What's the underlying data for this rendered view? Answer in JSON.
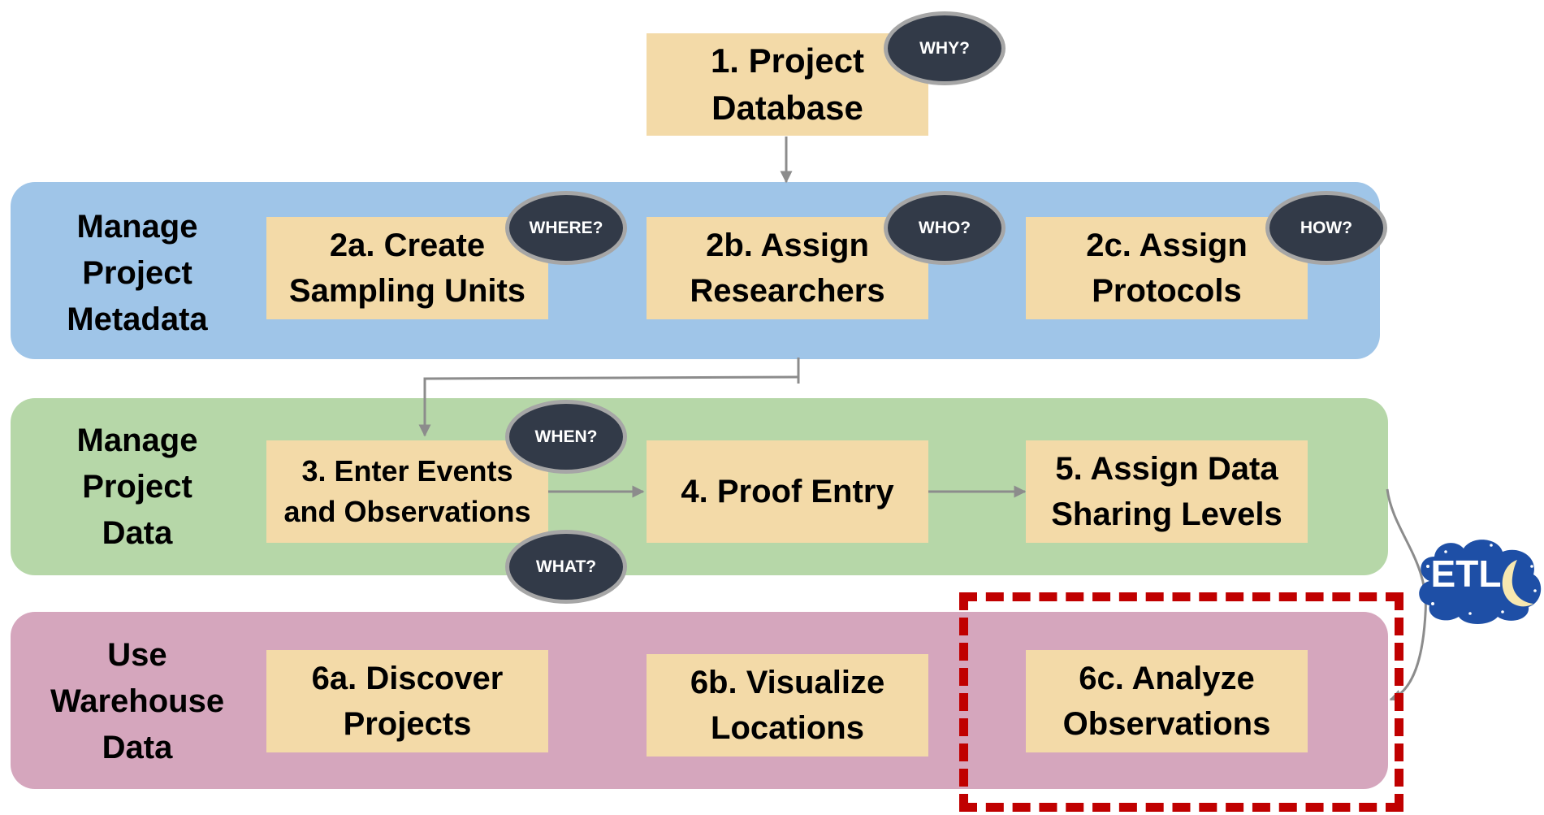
{
  "bands": {
    "metadata": {
      "title": "Manage Project Metadata",
      "color": "#9fc5e8"
    },
    "data": {
      "title": "Manage Project Data",
      "color": "#b6d7a8"
    },
    "warehouse": {
      "title": "Use Warehouse Data",
      "color": "#d5a6bd"
    }
  },
  "steps": {
    "s1": [
      "1. Project",
      "Database"
    ],
    "s2a": [
      "2a. Create",
      "Sampling Units"
    ],
    "s2b": [
      "2b. Assign",
      "Researchers"
    ],
    "s2c": [
      "2c. Assign",
      "Protocols"
    ],
    "s3": [
      "3. Enter Events",
      "and Observations"
    ],
    "s4": [
      "4. Proof Entry"
    ],
    "s5": [
      "5. Assign Data",
      "Sharing Levels"
    ],
    "s6a": [
      "6a. Discover",
      "Projects"
    ],
    "s6b": [
      "6b. Visualize",
      "Locations"
    ],
    "s6c": [
      "6c. Analyze",
      "Observations"
    ]
  },
  "bubbles": {
    "why": "WHY?",
    "where": "WHERE?",
    "who": "WHO?",
    "how": "HOW?",
    "when": "WHEN?",
    "what": "WHAT?"
  },
  "etl": {
    "label": "ETL",
    "icon": "night-cloud-moon-icon",
    "color": "#1e4fa6"
  },
  "highlight_color": "#c00000",
  "box_color": "#f3daa8",
  "bubble_color": "#323a48"
}
